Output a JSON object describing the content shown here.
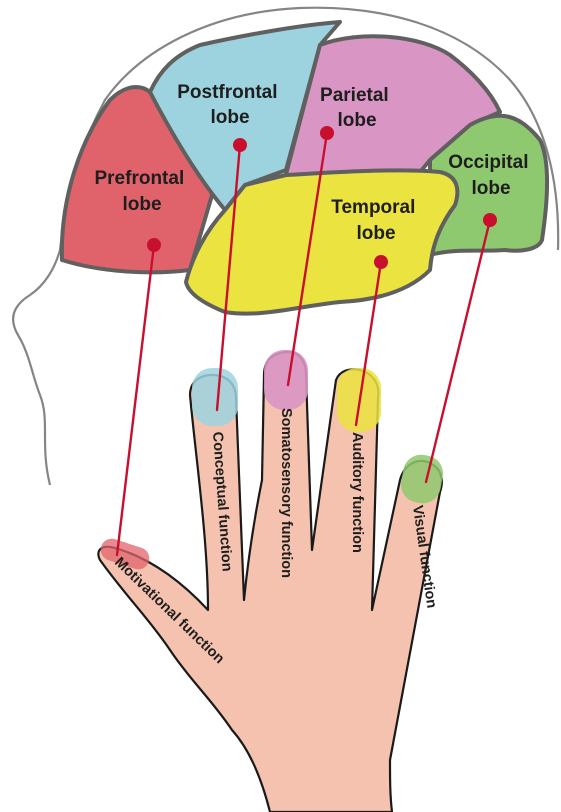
{
  "lobes": {
    "prefrontal": {
      "line1": "Prefrontal",
      "line2": "lobe",
      "color": "#e0636b"
    },
    "postfrontal": {
      "line1": "Postfrontal",
      "line2": "lobe",
      "color": "#9dd3df"
    },
    "parietal": {
      "line1": "Parietal",
      "line2": "lobe",
      "color": "#d995c3"
    },
    "occipital": {
      "line1": "Occipital",
      "line2": "lobe",
      "color": "#8ec86f"
    },
    "temporal": {
      "line1": "Temporal",
      "line2": "lobe",
      "color": "#ebe33f"
    }
  },
  "functions": {
    "motivational": "Motivational function",
    "conceptual": "Conceptual function",
    "somatosensory": "Somatosensory function",
    "auditory": "Auditory function",
    "visual": "Visual function"
  },
  "colors": {
    "hand": "#f4c2af",
    "outline": "#606060",
    "connector": "#c8102e"
  }
}
